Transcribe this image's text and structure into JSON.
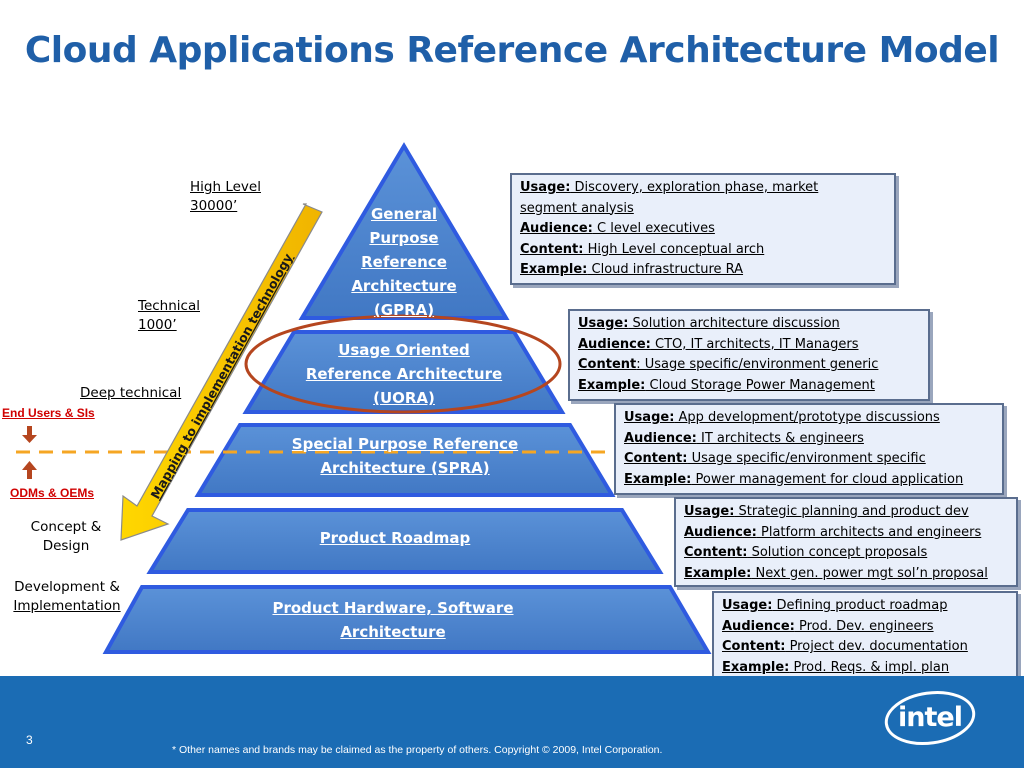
{
  "title": "Cloud Applications Reference Architecture Model",
  "tiers": [
    {
      "label_lines": [
        "General",
        "Purpose",
        "Reference",
        "Architecture",
        "(GPRA)"
      ]
    },
    {
      "label_lines": [
        "Usage Oriented",
        "Reference Architecture",
        "(UORA)"
      ]
    },
    {
      "label_lines": [
        "Special Purpose Reference",
        "Architecture (SPRA)"
      ]
    },
    {
      "label_lines": [
        "Product Roadmap"
      ]
    },
    {
      "label_lines": [
        "Product Hardware, Software",
        "Architecture"
      ]
    }
  ],
  "side_labels": {
    "high_level": [
      "High Level",
      "30000’"
    ],
    "technical": [
      "Technical",
      "1000’"
    ],
    "deep_technical": "Deep  technical",
    "concept": [
      "Concept &",
      "Design"
    ],
    "development": [
      "Development &",
      "Implementation"
    ]
  },
  "red_labels": {
    "end_users": "End Users & SIs",
    "odms": "ODMs & OEMs"
  },
  "arrow_text": "Mapping to implementation technology",
  "info_boxes": [
    {
      "rows": [
        {
          "key": "Usage:",
          "value": " Discovery, exploration phase, market"
        },
        {
          "key": "",
          "value": "segment analysis"
        },
        {
          "key": "Audience:",
          "value": " C level executives"
        },
        {
          "key": "Content:",
          "value": "  High Level conceptual arch"
        },
        {
          "key": "Example:",
          "value": " Cloud infrastructure RA"
        }
      ]
    },
    {
      "rows": [
        {
          "key": "Usage:",
          "value": " Solution architecture discussion"
        },
        {
          "key": "Audience:",
          "value": " CTO, IT architects, IT Managers"
        },
        {
          "key": "Content",
          "value": ":  Usage specific/environment generic"
        },
        {
          "key": "Example:",
          "value": " Cloud Storage Power Management"
        }
      ]
    },
    {
      "rows": [
        {
          "key": "Usage:",
          "value": " App development/prototype discussions"
        },
        {
          "key": "Audience:",
          "value": " IT architects & engineers"
        },
        {
          "key": "Content:",
          "value": " Usage specific/environment specific"
        },
        {
          "key": "Example:",
          "value": "  Power management for cloud application"
        }
      ]
    },
    {
      "rows": [
        {
          "key": "Usage:",
          "value": " Strategic planning and product dev"
        },
        {
          "key": "Audience:",
          "value": " Platform architects and engineers"
        },
        {
          "key": "Content:",
          "value": " Solution concept proposals"
        },
        {
          "key": "Example:",
          "value": "  Next gen. power mgt sol’n proposal"
        }
      ]
    },
    {
      "rows": [
        {
          "key": "Usage:",
          "value": "  Defining product roadmap"
        },
        {
          "key": "Audience:",
          "value": "  Prod. Dev. engineers"
        },
        {
          "key": "Content:",
          "value": " Project dev. documentation"
        },
        {
          "key": "Example:",
          "value": " Prod. Reqs. & impl. plan"
        }
      ]
    }
  ],
  "footer": {
    "page_number": "3",
    "copyright": "* Other names and brands may be claimed as the property of others.    Copyright © 2009, Intel Corporation.",
    "logo_text": "intel"
  },
  "colors": {
    "title": "#1f5fa8",
    "pyramid_fill": "#4f87d0",
    "pyramid_border": "#2a55d6",
    "footer": "#1b6cb4",
    "ellipse": "#b5461f",
    "arrow": "#f6c400",
    "dashed_line": "#f5a623",
    "red_text": "#d00000"
  }
}
